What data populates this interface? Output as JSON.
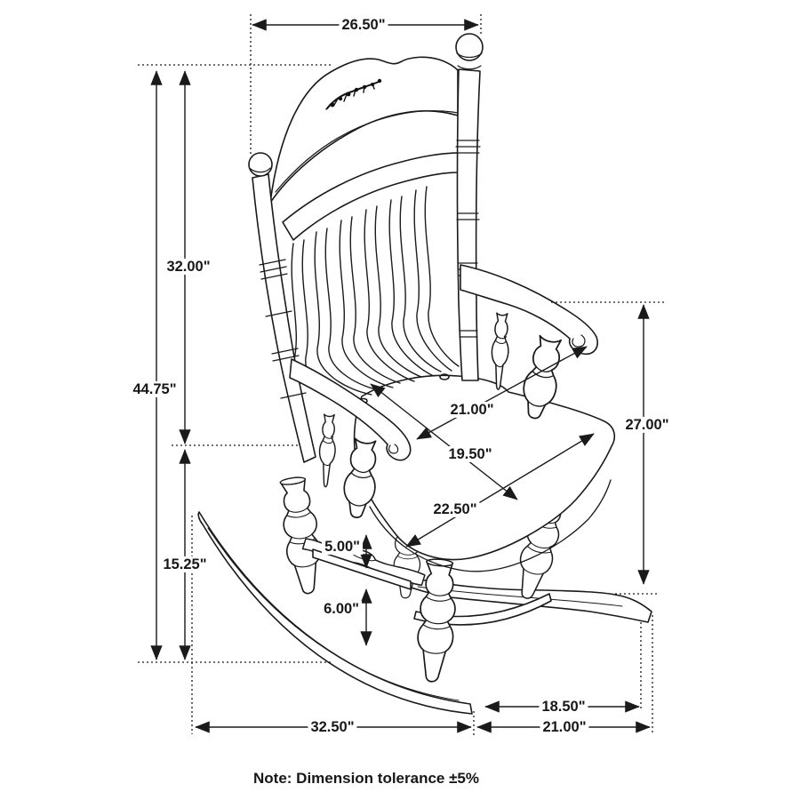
{
  "drawing": {
    "subject": "rocking-chair-dimension-diagram",
    "line_color": "#1a1a1a",
    "background": "#ffffff"
  },
  "dimensions": {
    "top_width": "26.50\"",
    "back_height": "32.00\"",
    "overall_height": "44.75\"",
    "seat_height": "15.25\"",
    "arm_height": "27.00\"",
    "seat_width": "21.00\"",
    "seat_depth": "19.50\"",
    "seat_front_width": "22.50\"",
    "seat_to_stretcher": "5.00\"",
    "stretcher_to_rocker": "6.00\"",
    "rocker_length": "32.50\"",
    "rocker_span_right": "21.00\"",
    "rocker_rear_offset": "18.50\""
  },
  "note": "Note: Dimension tolerance ±5%"
}
